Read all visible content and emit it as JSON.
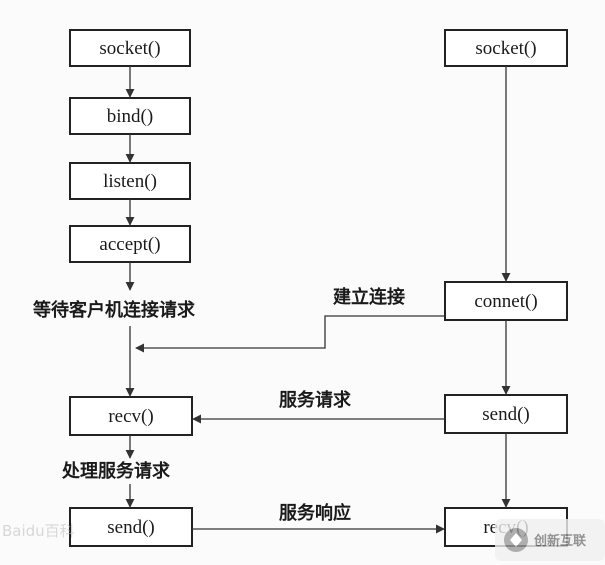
{
  "server": {
    "socket": "socket()",
    "bind": "bind()",
    "listen": "listen()",
    "accept": "accept()",
    "wait_label": "等待客户机连接请求",
    "recv": "recv()",
    "process_label": "处理服务请求",
    "send": "send()"
  },
  "client": {
    "socket": "socket()",
    "connect": "connet()",
    "send": "send()",
    "recv": "recv()"
  },
  "edges": {
    "connect_label": "建立连接",
    "request_label": "服务请求",
    "response_label": "服务响应"
  },
  "watermarks": {
    "left": "Baidu百科",
    "right": "创新互联"
  }
}
